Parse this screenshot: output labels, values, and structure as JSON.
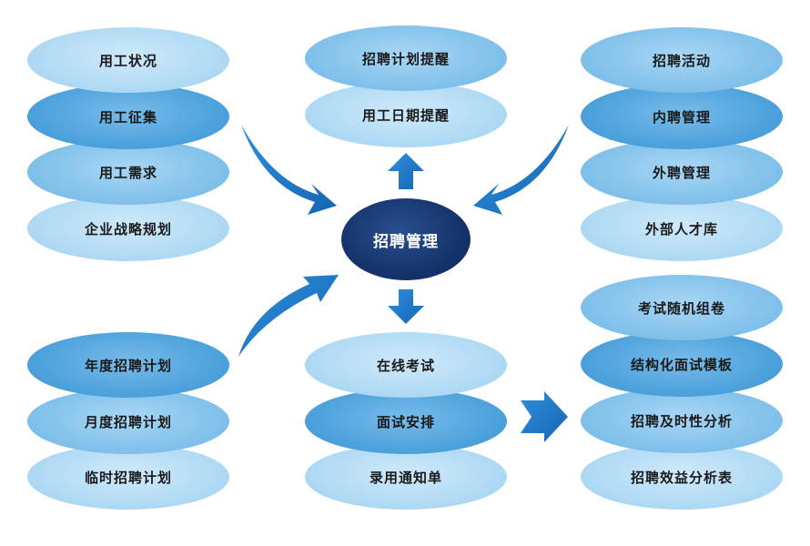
{
  "center": {
    "label": "招聘管理"
  },
  "groups": {
    "top_left": [
      "用工状况",
      "用工征集",
      "用工需求",
      "企业战略规划"
    ],
    "top_center": [
      "招聘计划提醒",
      "用工日期提醒"
    ],
    "top_right": [
      "招聘活动",
      "内聘管理",
      "外聘管理",
      "外部人才库"
    ],
    "bottom_left": [
      "年度招聘计划",
      "月度招聘计划",
      "临时招聘计划"
    ],
    "bottom_center": [
      "在线考试",
      "面试安排",
      "录用通知单"
    ],
    "bottom_right": [
      "考试随机组卷",
      "结构化面试模板",
      "招聘及时性分析",
      "招聘效益分析表"
    ]
  },
  "colors": {
    "light": "#b4dcf5",
    "mid": "#86c4ec",
    "dark": "#4fa3dd",
    "center": "#15346c",
    "arrow": "#1e7fcc"
  }
}
